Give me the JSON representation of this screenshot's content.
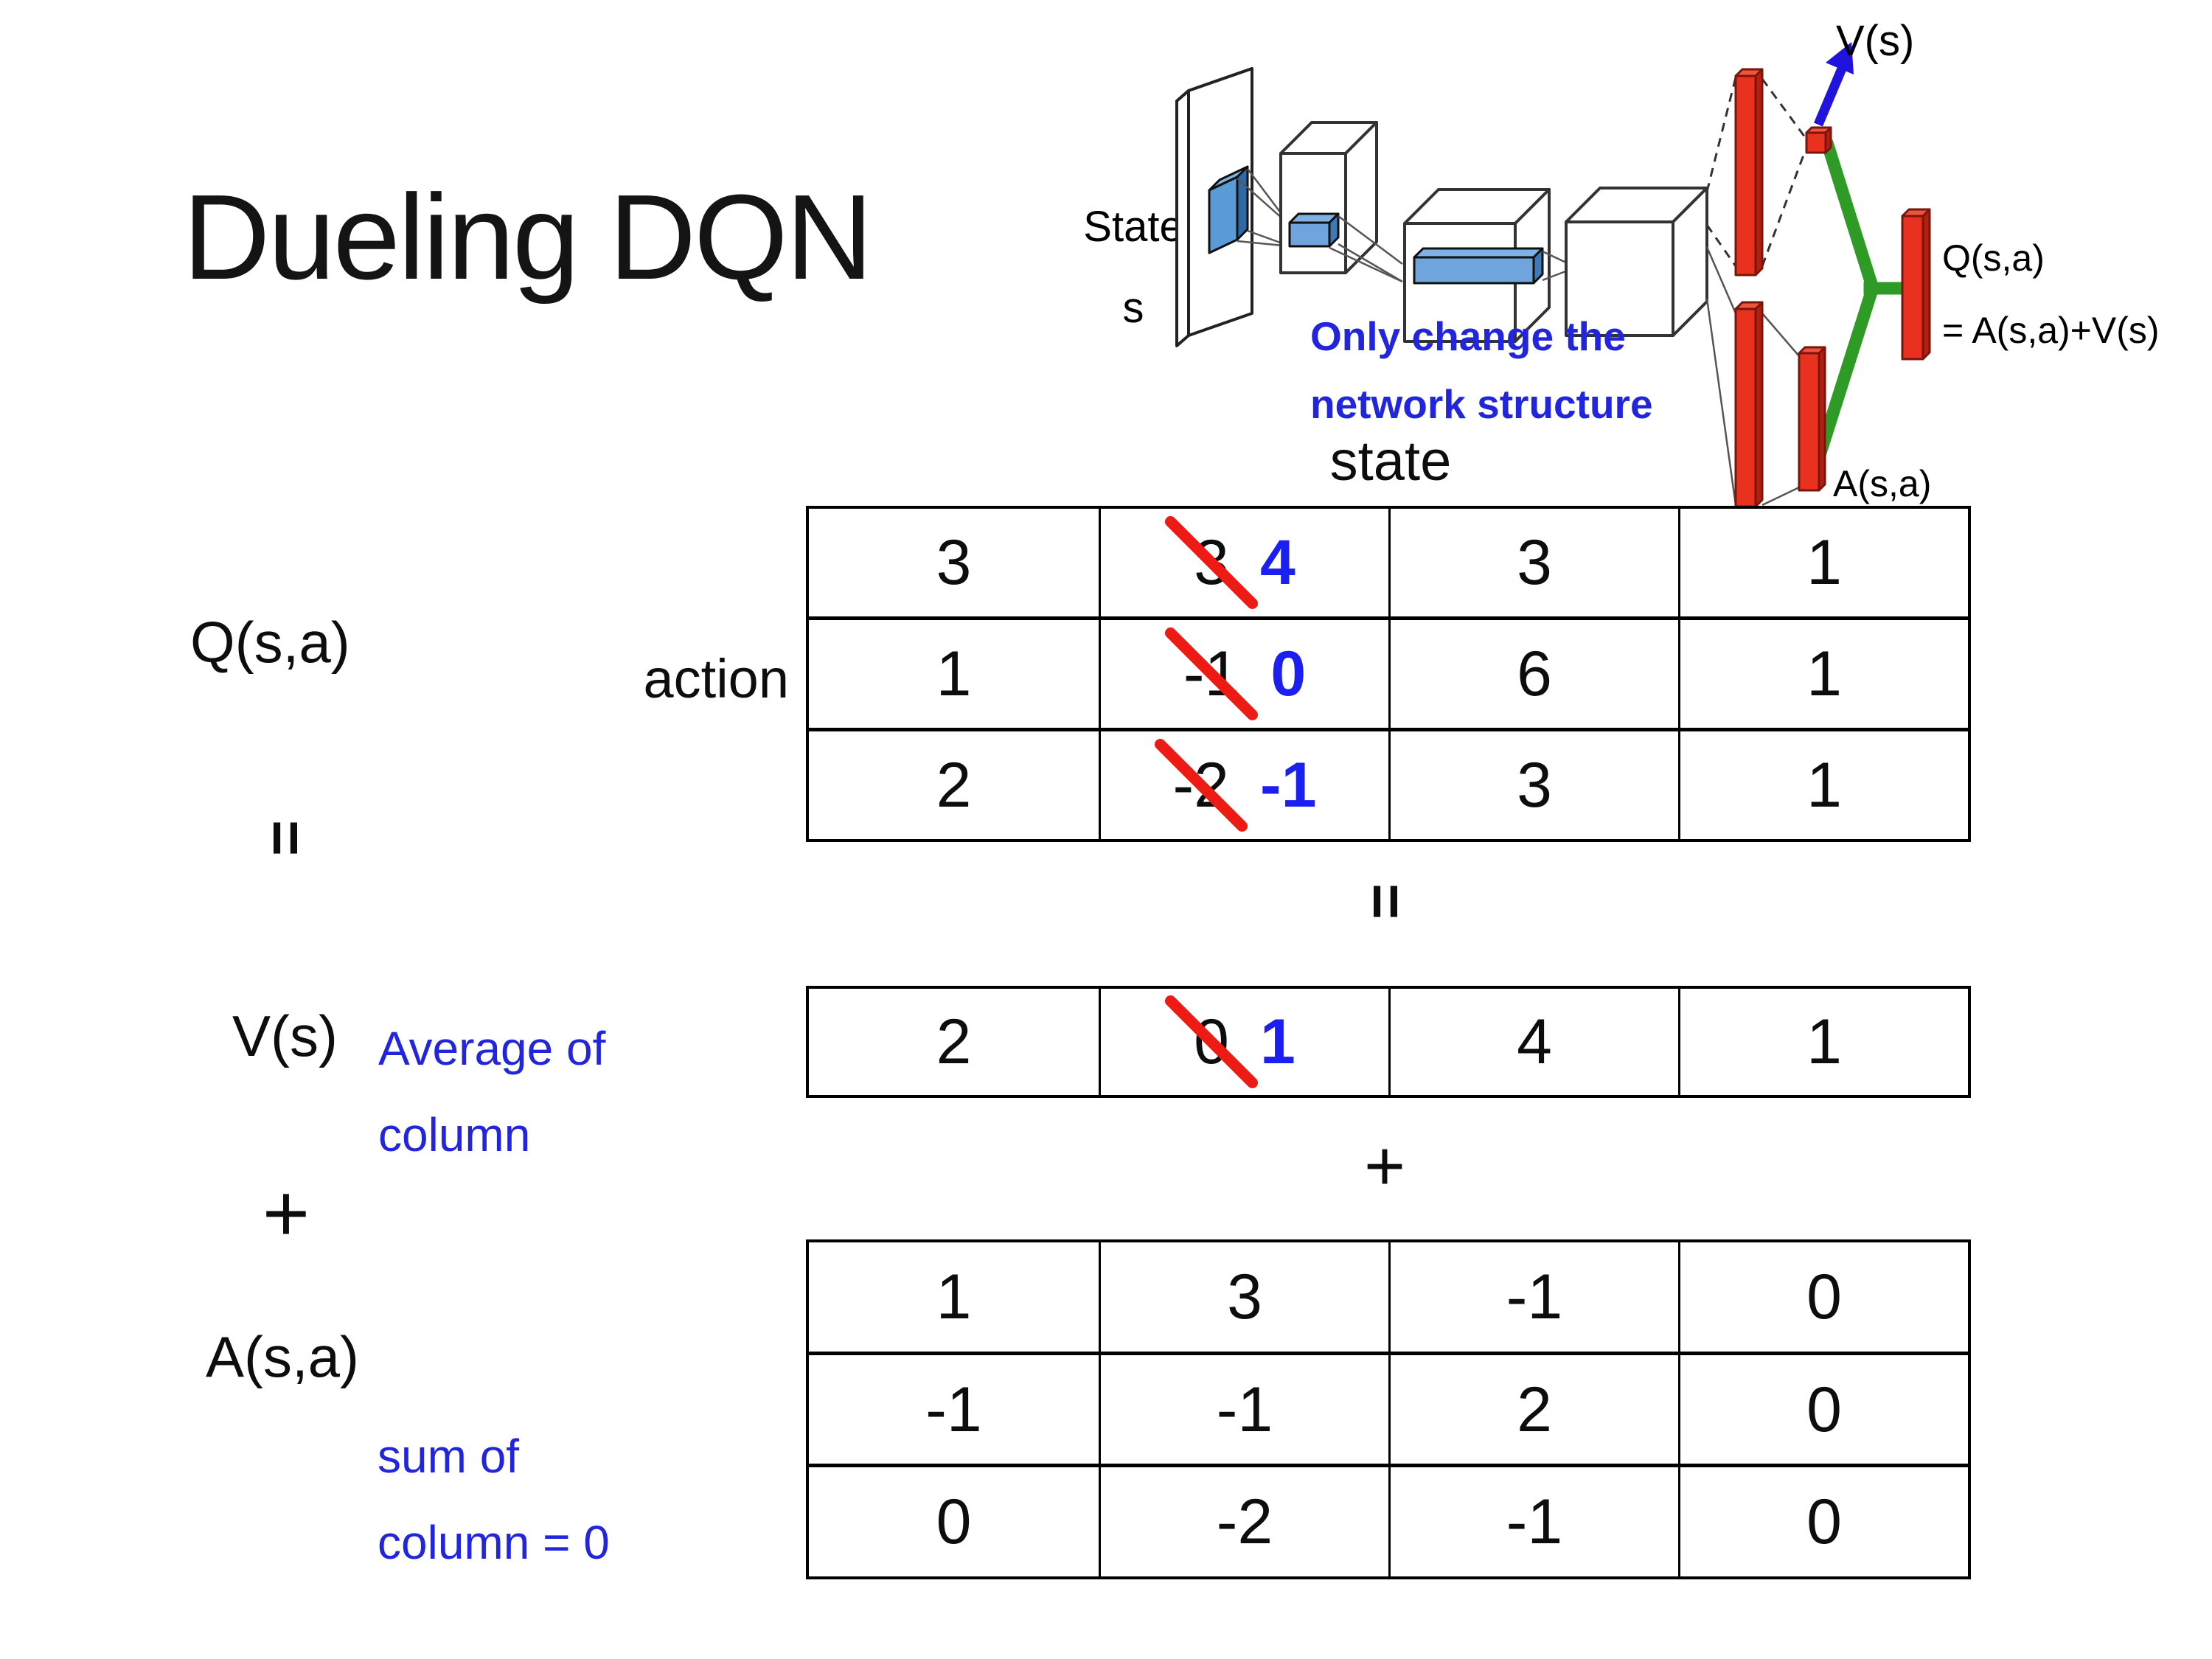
{
  "slide": {
    "title": "Dueling DQN"
  },
  "colors": {
    "accent_blue_number": "#1b20f0",
    "annotation_blue": "#2125dd",
    "strike_red": "#ee1b15",
    "diagram_bar_red": "#e93120",
    "diagram_green": "#2e9b27",
    "diagram_conv_blue": "#5b9bd5",
    "arrow_blue": "#2013dd",
    "table_border": "#000000"
  },
  "diagram": {
    "state_line1": "State",
    "state_line2": "s",
    "note_line1": "Only change the",
    "note_line2": "network structure",
    "v_out_label": "V(s)",
    "q_out_label": "Q(s,a)",
    "q_out_formula": "= A(s,a)+V(s)",
    "a_out_label": "A(s,a)"
  },
  "decomposition": {
    "state_header": "state",
    "action_label": "action",
    "q_label": "Q(s,a)",
    "v_label": "V(s)",
    "a_label": "A(s,a)",
    "equals_symbol": "=",
    "plus_symbol": "+",
    "v_note_line1": "Average of",
    "v_note_line2": "column",
    "a_note_line1": "sum of",
    "a_note_line2": "column = 0",
    "q_table": {
      "rows": [
        {
          "c0": "3",
          "c1_old": "3",
          "c1_new": "4",
          "c2": "3",
          "c3": "1"
        },
        {
          "c0": "1",
          "c1_old": "-1",
          "c1_new": "0",
          "c2": "6",
          "c3": "1"
        },
        {
          "c0": "2",
          "c1_old": "-2",
          "c1_new": "-1",
          "c2": "3",
          "c3": "1"
        }
      ]
    },
    "v_table": {
      "row": {
        "c0": "2",
        "c1_old": "0",
        "c1_new": "1",
        "c2": "4",
        "c3": "1"
      }
    },
    "a_table": {
      "rows": [
        [
          "1",
          "3",
          "-1",
          "0"
        ],
        [
          "-1",
          "-1",
          "2",
          "0"
        ],
        [
          "0",
          "-2",
          "-1",
          "0"
        ]
      ]
    }
  }
}
